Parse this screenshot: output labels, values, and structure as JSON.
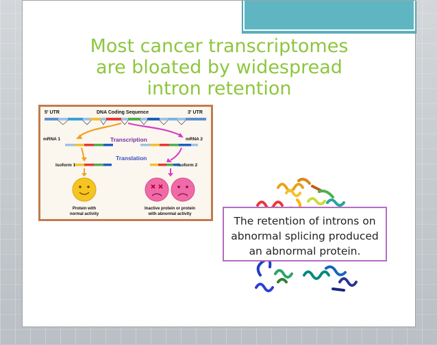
{
  "slide": {
    "title": "Most cancer transcriptomes are bloated by widespread intron retention",
    "callout_text": "The retention of introns on abnormal splicing produced an abnormal protein."
  },
  "figure": {
    "label_5utr": "5' UTR",
    "label_cds": "DNA Coding Sequence",
    "label_3utr": "3' UTR",
    "label_mrna1": "mRNA 1",
    "label_mrna2": "mRNA 2",
    "label_transcription": "Transcription",
    "label_translation": "Translation",
    "label_isoform1": "Isoform 1",
    "label_isoform2": "Isoform 2",
    "caption_normal_line1": "Protein with",
    "caption_normal_line2": "normal activity",
    "caption_abnormal_line1": "Inactive protein or protein",
    "caption_abnormal_line2": "with abnormal activity"
  },
  "colors": {
    "title": "#8dc63f",
    "accent_teal": "#5fb6c2",
    "callout_border": "#b56bc3",
    "figure_border": "#c07b4d",
    "transcription_label": "#7b2f9e",
    "translation_label": "#3b4fbf"
  }
}
